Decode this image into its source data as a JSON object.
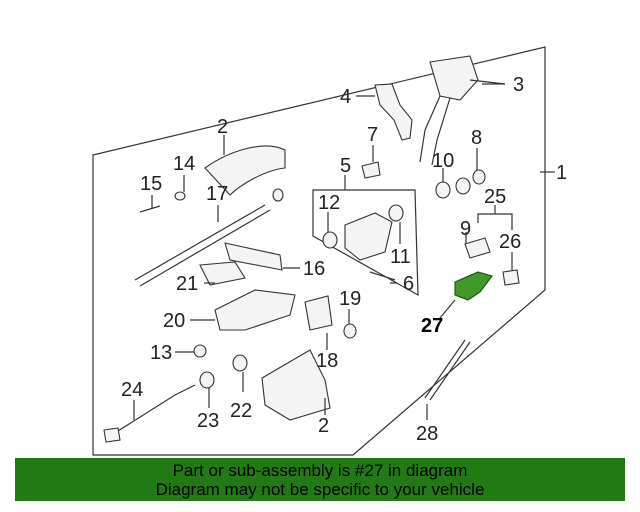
{
  "callouts": {
    "c1": "1",
    "c2a": "2",
    "c2b": "2",
    "c3": "3",
    "c4": "4",
    "c5": "5",
    "c6": "6",
    "c7": "7",
    "c8": "8",
    "c9": "9",
    "c10": "10",
    "c11": "11",
    "c12": "12",
    "c13": "13",
    "c14": "14",
    "c15": "15",
    "c16": "16",
    "c17": "17",
    "c18": "18",
    "c19": "19",
    "c20": "20",
    "c21": "21",
    "c22": "22",
    "c23": "23",
    "c24": "24",
    "c25": "25",
    "c26": "26",
    "c27": "27",
    "c28": "28"
  },
  "highlight": {
    "part_number": "27",
    "color": "#3f9a2a"
  },
  "banner": {
    "line1": "Part or sub-assembly is #27 in diagram",
    "line2": "Diagram may not be specific to your vehicle",
    "background": "#217a14"
  }
}
